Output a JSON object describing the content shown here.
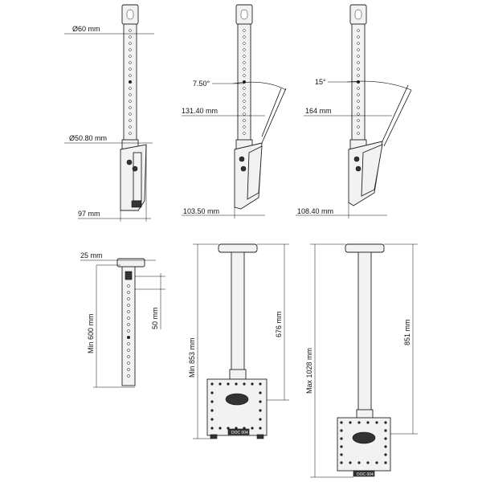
{
  "labels": {
    "diameter_top": "Ø60 mm",
    "diameter_bottom": "Ø50.80 mm",
    "offset_1": "97 mm",
    "angle_2": "7.50°",
    "width_2": "131.40 mm",
    "offset_2": "103.50 mm",
    "angle_3": "15°",
    "width_3": "164 mm",
    "offset_3": "108.40 mm",
    "hole_spacing_top": "25 mm",
    "hole_spacing": "50 mm",
    "min_tube": "Min 600 mm",
    "min_total": "Min 853 mm",
    "min_tube_2": "676 mm",
    "max_total": "Max 1028 mm",
    "max_tube": "851 mm",
    "plate_label": "DOC 004"
  }
}
